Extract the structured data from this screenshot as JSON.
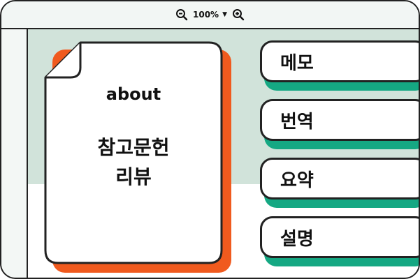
{
  "toolbar": {
    "zoom_out_icon": "zoom-out-icon",
    "zoom_level": "100%",
    "zoom_dropdown_icon": "caret-down-icon",
    "zoom_in_icon": "zoom-in-icon"
  },
  "document": {
    "kicker": "about",
    "title_line1": "참고문헌",
    "title_line2": "리뷰"
  },
  "tabs": [
    {
      "label": "메모"
    },
    {
      "label": "번역"
    },
    {
      "label": "요약"
    },
    {
      "label": "설명"
    }
  ],
  "colors": {
    "canvas_band": "#d1e3da",
    "doc_shadow": "#f05a1e",
    "tab_shadow": "#15a883",
    "outline": "#222222"
  }
}
